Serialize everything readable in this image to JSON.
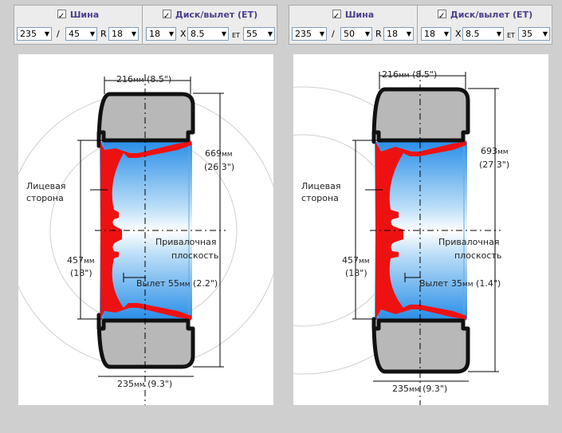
{
  "left": {
    "tire_header": "Шина",
    "disc_header": "Диск/вылет (ET)",
    "tire_width": "235",
    "slash": "/",
    "tire_profile": "45",
    "r_label": "R",
    "tire_radius": "18",
    "disc_diameter": "18",
    "x_label": "X",
    "disc_width": "8.5",
    "et_label": "ET",
    "disc_offset": "55",
    "top_num": "216",
    "top_unit": "мм",
    "top_in": " (8.5\")",
    "height_num": "669",
    "height_unit": "мм",
    "height_in": "(26.3\")",
    "face_line1": "Лицевая",
    "face_line2": "сторона",
    "mount_line1": "Привалочная",
    "mount_line2": "плоскость",
    "dia_num": "457",
    "dia_unit": "мм",
    "dia_in": "(18\")",
    "offset_prefix": "Вылет 55",
    "offset_unit": "мм",
    "offset_in": " (2.2\")",
    "bottom_num": "235",
    "bottom_unit": "мм",
    "bottom_in": " (9.3\")"
  },
  "right": {
    "tire_header": "Шина",
    "disc_header": "Диск/вылет (ET)",
    "tire_width": "235",
    "slash": "/",
    "tire_profile": "50",
    "r_label": "R",
    "tire_radius": "18",
    "disc_diameter": "18",
    "x_label": "X",
    "disc_width": "8.5",
    "et_label": "ET",
    "disc_offset": "35",
    "top_num": "216",
    "top_unit": "мм",
    "top_in": " (8.5\")",
    "height_num": "693",
    "height_unit": "мм",
    "height_in": "(27.3\")",
    "face_line1": "Лицевая",
    "face_line2": "сторона",
    "mount_line1": "Привалочная",
    "mount_line2": "плоскость",
    "dia_num": "457",
    "dia_unit": "мм",
    "dia_in": "(18\")",
    "offset_prefix": "Вылет 35",
    "offset_unit": "мм",
    "offset_in": " (1.4\")",
    "bottom_num": "235",
    "bottom_unit": "мм",
    "bottom_in": " (9.3\")"
  },
  "colors": {
    "rim_red": "#ee1111",
    "tire_gray": "#b8b8b8",
    "header_text": "#4b3f8c"
  }
}
